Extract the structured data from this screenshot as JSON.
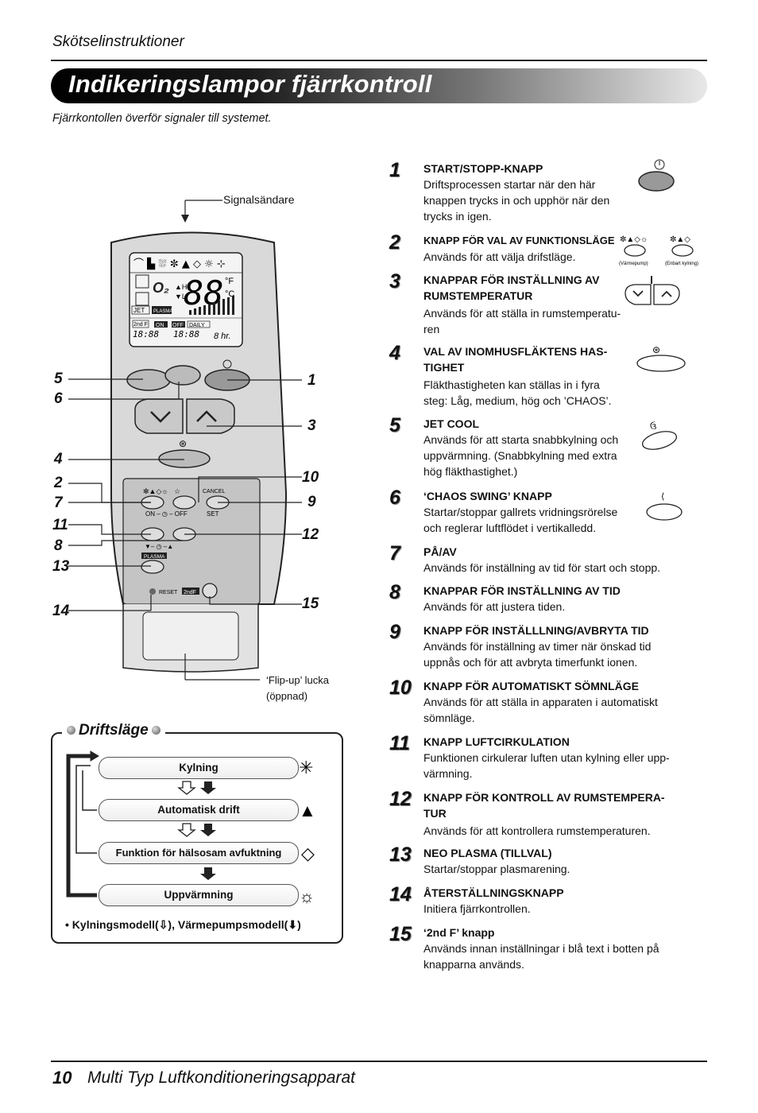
{
  "header": {
    "section": "Skötselinstruktioner"
  },
  "title": "Indikeringslampor fjärrkontroll",
  "intro": "Fjärrkontollen överför signaler till systemet.",
  "remote": {
    "signal_label": "Signalsändare",
    "flip_label_1": "‘Flip-up’ lucka",
    "flip_label_2": "(öppnad)",
    "lcd": {
      "temp": "88",
      "jet": "JET",
      "plasma": "PLASMA",
      "second_f": "2nd F",
      "on": "ON",
      "off": "OFF",
      "daily": "DAILY",
      "time1": "18:88",
      "time2": "18:88",
      "hr": "8 hr."
    },
    "small": {
      "on_off": "ON – ◷ – OFF",
      "cancel": "CANCEL",
      "set": "SET",
      "plasma": "PLASMA",
      "reset": "RESET",
      "second_f": "2ndF",
      "timer": "▼– ◷ –▲"
    },
    "callouts_left": [
      "5",
      "6",
      "4",
      "2",
      "7",
      "11",
      "8",
      "13",
      "14"
    ],
    "callouts_right": [
      "1",
      "3",
      "10",
      "9",
      "12",
      "15"
    ]
  },
  "operation_mode": {
    "heading": "Driftsläge",
    "modes": [
      "Kylning",
      "Automatisk drift",
      "Funktion för hälsosam avfuktning",
      "Uppvärmning"
    ],
    "legend": "• Kylningsmodell(⇩), Värmepumpsmodell(⬇)"
  },
  "items": [
    {
      "n": "1",
      "title": "START/STOPP-KNAPP",
      "desc": [
        "Driftsprocessen startar när den här",
        "knappen trycks in och upphör när den",
        "trycks in igen."
      ]
    },
    {
      "n": "2",
      "title": "KNAPP FÖR VAL AV FUNKTIONSLÄGE",
      "desc": [
        "Används för att välja drifstläge."
      ]
    },
    {
      "n": "3",
      "title": "KNAPPAR FÖR INSTÄLLNING AV RUMSTEMPERATUR",
      "desc": [
        "Används för att ställa in rumstemperatu-",
        "ren"
      ]
    },
    {
      "n": "4",
      "title": "VAL AV INOMHUSFLÄKTENS HAS- TIGHET",
      "desc": [
        "Fläkthastigheten kan ställas in i fyra",
        "steg: Låg, medium, hög och ’CHAOS’."
      ]
    },
    {
      "n": "5",
      "title": "JET COOL",
      "desc": [
        "Används för att starta snabbkylning och",
        "uppvärmning. (Snabbkylning med extra",
        "hög fläkthastighet.)"
      ]
    },
    {
      "n": "6",
      "title": "‘CHAOS SWING’ KNAPP",
      "desc": [
        "Startar/stoppar gallrets vridningsrörelse",
        "och reglerar luftflödet i vertikalledd."
      ]
    },
    {
      "n": "7",
      "title": "PÅ/AV",
      "desc": [
        "Används för inställning av tid för start och stopp."
      ]
    },
    {
      "n": "8",
      "title": "KNAPPAR FÖR INSTÄLLNING AV TID",
      "desc": [
        "Används för att justera tiden."
      ]
    },
    {
      "n": "9",
      "title": "KNAPP FÖR INSTÄLLLNING/AVBRYTA TID",
      "desc": [
        "Används för inställning av timer när önskad tid",
        "uppnås och för att avbryta timerfunkt ionen."
      ]
    },
    {
      "n": "10",
      "title": "KNAPP FÖR AUTOMATISKT SÖMNLÄGE",
      "desc": [
        "Används för att ställa in apparaten i automatiskt",
        "sömnläge."
      ]
    },
    {
      "n": "11",
      "title": "KNAPP LUFTCIRKULATION",
      "desc": [
        "Funktionen cirkulerar luften utan kylning eller upp-",
        "värmning."
      ]
    },
    {
      "n": "12",
      "title": "KNAPP FÖR KONTROLL AV RUMSTEMPERA- TUR",
      "desc": [
        "Används för att kontrollera rumstemperaturen."
      ]
    },
    {
      "n": "13",
      "title": "NEO PLASMA (TILLVAL)",
      "desc": [
        "Startar/stoppar plasmarening."
      ]
    },
    {
      "n": "14",
      "title": "ÅTERSTÄLLNINGSKNAPP",
      "desc": [
        "Initiera fjärrkontrollen."
      ]
    },
    {
      "n": "15",
      "title": "‘2nd F’ knapp",
      "desc": [
        "Används innan inställningar i blå text i botten på",
        "knapparna används."
      ]
    }
  ],
  "item2_labels": {
    "heatpump": "(Värmepump)",
    "coolonly": "(Enbart kylning)"
  },
  "footer": {
    "page": "10",
    "text": "Multi Typ Luftkonditioneringsapparat"
  }
}
